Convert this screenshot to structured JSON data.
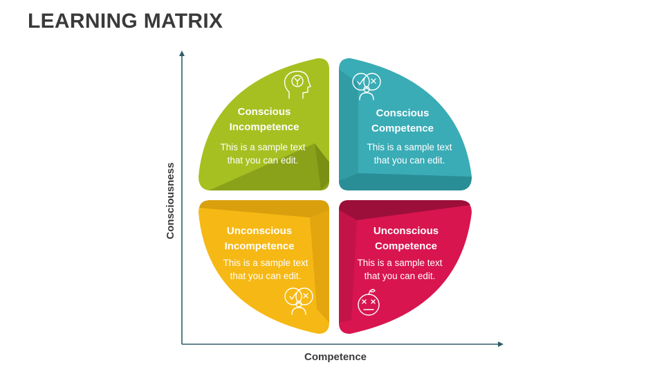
{
  "title": "LEARNING MATRIX",
  "axes": {
    "x_label": "Competence",
    "y_label": "Consciousness"
  },
  "quadrants": {
    "top_left": {
      "title_line1": "Conscious",
      "title_line2": "Incompetence",
      "text_line1": "This is a sample text",
      "text_line2": "that you can edit.",
      "color": "#a6c021",
      "icon": "head-brain-icon"
    },
    "top_right": {
      "title_line1": "Conscious",
      "title_line2": "Competence",
      "text_line1": "This is a sample text",
      "text_line2": "that you can edit.",
      "color": "#3aacb6",
      "icon": "decision-person-icon"
    },
    "bottom_left": {
      "title_line1": "Unconscious",
      "title_line2": "Incompetence",
      "text_line1": "This is a sample text",
      "text_line2": "that you can edit.",
      "color": "#f6b814",
      "icon": "decision-person-icon"
    },
    "bottom_right": {
      "title_line1": "Unconscious",
      "title_line2": "Competence",
      "text_line1": "This is a sample text",
      "text_line2": "that you can edit.",
      "color": "#d8154f",
      "icon": "dizzy-face-icon"
    }
  }
}
